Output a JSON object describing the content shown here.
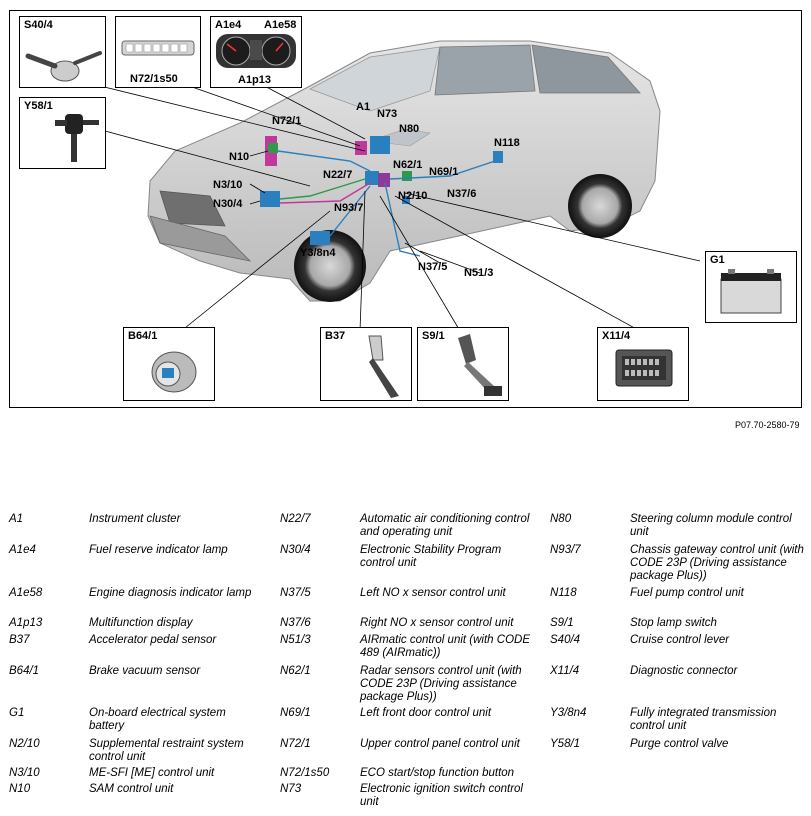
{
  "reference": "P07.70-2580-79",
  "components": {
    "S40_4": "S40/4",
    "N72_1s50": "N72/1s50",
    "A1e4": "A1e4",
    "A1e58": "A1e58",
    "A1p13": "A1p13",
    "Y58_1": "Y58/1",
    "A1": "A1",
    "N72_1": "N72/1",
    "N73": "N73",
    "N80": "N80",
    "N10": "N10",
    "N118": "N118",
    "N62_1": "N62/1",
    "N69_1": "N69/1",
    "N22_7": "N22/7",
    "N3_10": "N3/10",
    "N37_6": "N37/6",
    "N2_10": "N2/10",
    "N30_4": "N30/4",
    "N93_7": "N93/7",
    "Y3_8n4": "Y3/8n4",
    "N37_5": "N37/5",
    "N51_3": "N51/3",
    "G1": "G1",
    "B64_1": "B64/1",
    "B37": "B37",
    "S9_1": "S9/1",
    "X11_4": "X11/4"
  },
  "legend": {
    "col1": [
      {
        "code": "A1",
        "desc": "Instrument cluster"
      },
      {
        "code": "A1e4",
        "desc": "Fuel reserve indicator lamp"
      },
      {
        "code": "A1e58",
        "desc": "Engine diagnosis indicator lamp"
      },
      {
        "code": "A1p13",
        "desc": "Multifunction display"
      },
      {
        "code": "B37",
        "desc": "Accelerator pedal sensor"
      },
      {
        "code": "B64/1",
        "desc": "Brake vacuum sensor"
      },
      {
        "code": "G1",
        "desc": "On-board electrical system battery"
      },
      {
        "code": "N2/10",
        "desc": "Supplemental restraint system control unit"
      },
      {
        "code": "N3/10",
        "desc": "ME-SFI [ME] control unit"
      },
      {
        "code": "N10",
        "desc": "SAM control unit"
      }
    ],
    "col2": [
      {
        "code": "N22/7",
        "desc": "Automatic air conditioning control and operating unit"
      },
      {
        "code": "N30/4",
        "desc": "Electronic Stability Program control unit"
      },
      {
        "code": "N37/5",
        "desc": "Left NO x sensor control unit"
      },
      {
        "code": "N37/6",
        "desc": "Right NO x sensor control unit"
      },
      {
        "code": "N51/3",
        "desc": "AIRmatic control unit (with CODE 489 (AIRmatic))"
      },
      {
        "code": "N62/1",
        "desc": "Radar sensors control unit (with CODE 23P (Driving assistance package Plus))"
      },
      {
        "code": "N69/1",
        "desc": "Left front door control unit"
      },
      {
        "code": "N72/1",
        "desc": "Upper control panel control unit"
      },
      {
        "code": "N72/1s50",
        "desc": "ECO start/stop function button"
      },
      {
        "code": "N73",
        "desc": "Electronic ignition switch control unit"
      }
    ],
    "col3": [
      {
        "code": "N80",
        "desc": "Steering column module control unit"
      },
      {
        "code": "N93/7",
        "desc": "Chassis gateway control unit (with CODE 23P (Driving assistance package Plus))"
      },
      {
        "code": "N118",
        "desc": "Fuel pump control unit"
      },
      {
        "code": "S9/1",
        "desc": "Stop lamp switch"
      },
      {
        "code": "S40/4",
        "desc": "Cruise control lever"
      },
      {
        "code": "X11/4",
        "desc": "Diagnostic connector"
      },
      {
        "code": "Y3/8n4",
        "desc": "Fully integrated transmission control unit"
      },
      {
        "code": "Y58/1",
        "desc": "Purge control valve"
      }
    ]
  }
}
